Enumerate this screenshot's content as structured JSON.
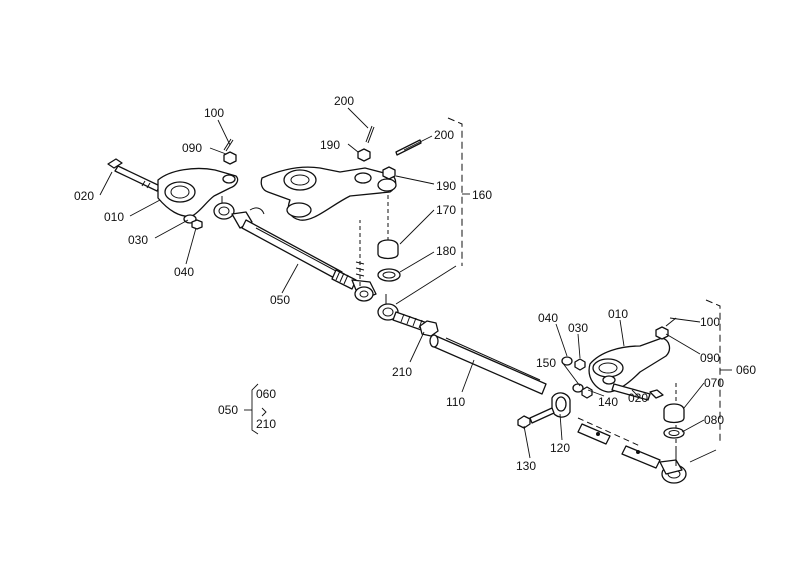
{
  "labels": {
    "p100_left": "100",
    "p090_left": "090",
    "p020_left": "020",
    "p010_left": "010",
    "p030_left": "030",
    "p040_left": "040",
    "p050_rod": "050",
    "p200_top": "200",
    "p190_top": "190",
    "p200_right": "200",
    "p190_right": "190",
    "p160": "160",
    "p170": "170",
    "p180": "180",
    "p210_rod": "210",
    "p110": "110",
    "p040_right": "040",
    "p030_right": "030",
    "p010_right": "010",
    "p100_right": "100",
    "p090_right": "090",
    "p060": "060",
    "p150": "150",
    "p140": "140",
    "p020_right": "020",
    "p070": "070",
    "p080": "080",
    "p130": "130",
    "p120": "120"
  },
  "legend": {
    "parent": "050",
    "child_top": "060",
    "child_bottom": "210"
  }
}
